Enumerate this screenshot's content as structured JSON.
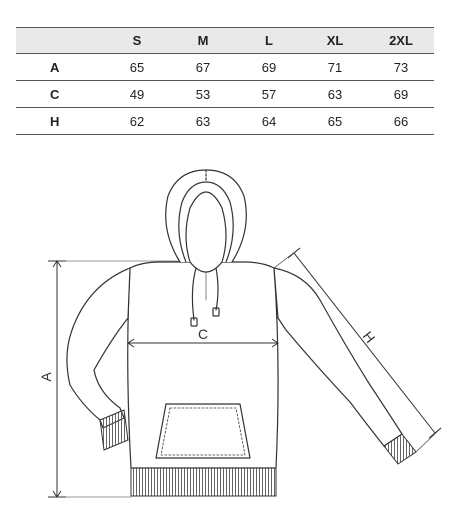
{
  "table": {
    "corner": "",
    "headers": [
      "S",
      "M",
      "L",
      "XL",
      "2XL"
    ],
    "rows": [
      {
        "label": "A",
        "values": [
          "65",
          "67",
          "69",
          "71",
          "73"
        ]
      },
      {
        "label": "C",
        "values": [
          "49",
          "53",
          "57",
          "63",
          "69"
        ]
      },
      {
        "label": "H",
        "values": [
          "62",
          "63",
          "64",
          "65",
          "66"
        ]
      }
    ]
  },
  "diagram": {
    "label_a": "A",
    "label_c": "C",
    "label_h": "H"
  },
  "colors": {
    "header_bg": "#e9e9e9",
    "rule": "#555555",
    "line": "#333333"
  }
}
